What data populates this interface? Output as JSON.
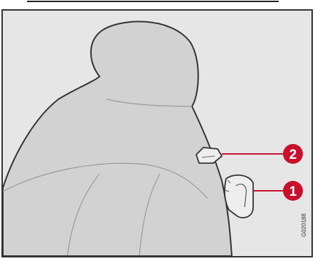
{
  "figure": {
    "callouts": [
      {
        "number": "1"
      },
      {
        "number": "2"
      }
    ],
    "reference_code": "G020188",
    "colors": {
      "background": "#ffffff",
      "panel": "#e6e6e6",
      "seat_fill": "#d2d2d2",
      "outline": "#333333",
      "callout": "#c8102e"
    }
  }
}
